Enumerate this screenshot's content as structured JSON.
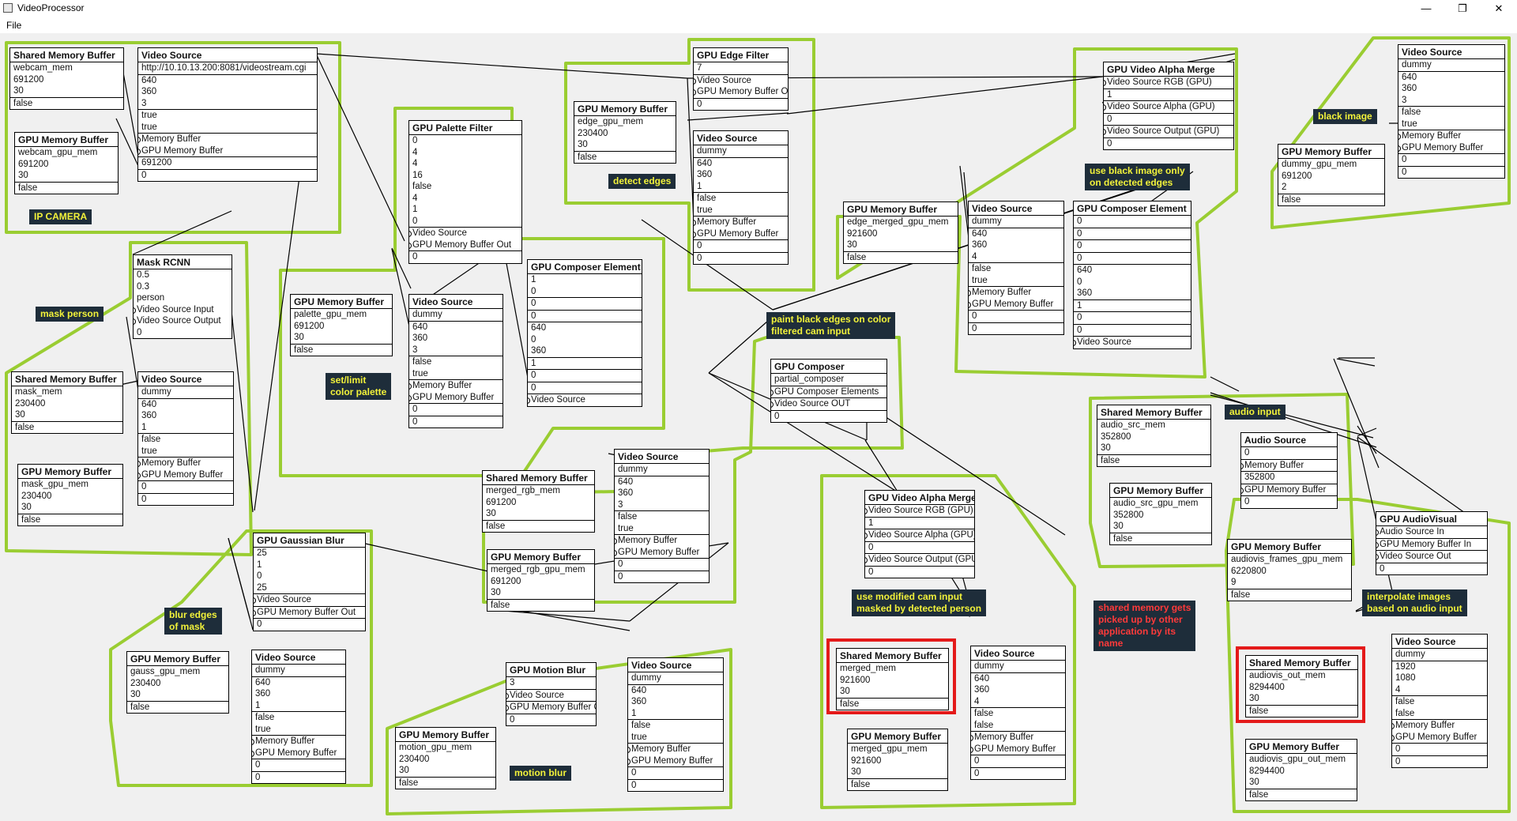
{
  "window": {
    "title": "VideoProcessor",
    "minimize": "—",
    "maximize": "❐",
    "close": "✕"
  },
  "menu": {
    "file": "File"
  },
  "nodes": {
    "n1": {
      "title": "Shared Memory Buffer",
      "rows": [
        "webcam_mem",
        "691200",
        "30",
        "false"
      ]
    },
    "n2": {
      "title": "GPU Memory Buffer",
      "rows": [
        "webcam_gpu_mem",
        "691200",
        "30",
        "false"
      ]
    },
    "n3": {
      "title": "Video Source",
      "rows": [
        "http://10.10.13.200:8081/videostream.cgi",
        "640",
        "360",
        "3",
        "true",
        "true",
        "Memory Buffer",
        "GPU Memory Buffer",
        "691200",
        "0"
      ]
    },
    "n4": {
      "title": "Mask RCNN",
      "rows": [
        "0.5",
        "0.3",
        "person",
        "Video Source Input",
        "Video Source Output",
        "0"
      ]
    },
    "n5": {
      "title": "Shared Memory Buffer",
      "rows": [
        "mask_mem",
        "230400",
        "30",
        "false"
      ]
    },
    "n6": {
      "title": "Video Source",
      "rows": [
        "dummy",
        "640",
        "360",
        "1",
        "false",
        "true",
        "Memory Buffer",
        "GPU Memory Buffer",
        "0",
        "0"
      ]
    },
    "n7": {
      "title": "GPU Memory Buffer",
      "rows": [
        "mask_gpu_mem",
        "230400",
        "30",
        "false"
      ]
    },
    "n8": {
      "title": "GPU Palette Filter",
      "rows": [
        "0",
        "4",
        "4",
        "16",
        "false",
        "4",
        "1",
        "0",
        "Video Source",
        "GPU Memory Buffer Out",
        "0"
      ]
    },
    "n9": {
      "title": "GPU Memory Buffer",
      "rows": [
        "palette_gpu_mem",
        "691200",
        "30",
        "false"
      ]
    },
    "n10": {
      "title": "Video Source",
      "rows": [
        "dummy",
        "640",
        "360",
        "3",
        "false",
        "true",
        "Memory Buffer",
        "GPU Memory Buffer",
        "0",
        "0"
      ]
    },
    "n11": {
      "title": "GPU Edge Filter",
      "rows": [
        "7",
        "Video Source",
        "GPU Memory Buffer Out",
        "0"
      ]
    },
    "n12": {
      "title": "GPU Memory Buffer",
      "rows": [
        "edge_gpu_mem",
        "230400",
        "30",
        "false"
      ]
    },
    "n13": {
      "title": "Video Source",
      "rows": [
        "dummy",
        "640",
        "360",
        "1",
        "false",
        "true",
        "Memory Buffer",
        "GPU Memory Buffer",
        "0",
        "0"
      ]
    },
    "n14": {
      "title": "GPU Composer Element",
      "rows": [
        "1",
        "0",
        "0",
        "0",
        "640",
        "0",
        "360",
        "1",
        "0",
        "0",
        "Video Source"
      ]
    },
    "n15": {
      "title": "GPU Composer",
      "rows": [
        "partial_composer",
        "GPU Composer Elements",
        "Video Source OUT",
        "0"
      ]
    },
    "n16": {
      "title": "Shared Memory Buffer",
      "rows": [
        "merged_rgb_mem",
        "691200",
        "30",
        "false"
      ]
    },
    "n17": {
      "title": "GPU Memory Buffer",
      "rows": [
        "merged_rgb_gpu_mem",
        "691200",
        "30",
        "false"
      ]
    },
    "n18": {
      "title": "Video Source",
      "rows": [
        "dummy",
        "640",
        "360",
        "3",
        "false",
        "true",
        "Memory Buffer",
        "GPU Memory Buffer",
        "0",
        "0"
      ]
    },
    "n19": {
      "title": "GPU Memory Buffer",
      "rows": [
        "edge_merged_gpu_mem",
        "921600",
        "30",
        "false"
      ]
    },
    "n20": {
      "title": "Video Source",
      "rows": [
        "dummy",
        "640",
        "360",
        "4",
        "false",
        "true",
        "Memory Buffer",
        "GPU Memory Buffer",
        "0",
        "0"
      ]
    },
    "n21": {
      "title": "GPU Composer Element",
      "rows": [
        "0",
        "0",
        "0",
        "0",
        "640",
        "0",
        "360",
        "1",
        "0",
        "0",
        "Video Source"
      ]
    },
    "n22": {
      "title": "GPU Video Alpha Merge",
      "rows": [
        "Video Source RGB (GPU)",
        "1",
        "Video Source Alpha (GPU)",
        "0",
        "Video Source Output (GPU)",
        "0"
      ]
    },
    "n23": {
      "title": "Video Source",
      "rows": [
        "dummy",
        "640",
        "360",
        "3",
        "false",
        "true",
        "Memory Buffer",
        "GPU Memory Buffer",
        "0",
        "0"
      ]
    },
    "n24": {
      "title": "GPU Memory Buffer",
      "rows": [
        "dummy_gpu_mem",
        "691200",
        "2",
        "false"
      ]
    },
    "n25": {
      "title": "GPU Gaussian Blur",
      "rows": [
        "25",
        "1",
        "0",
        "25",
        "Video Source",
        "GPU Memory Buffer Out",
        "0"
      ]
    },
    "n26": {
      "title": "GPU Memory Buffer",
      "rows": [
        "gauss_gpu_mem",
        "230400",
        "30",
        "false"
      ]
    },
    "n27": {
      "title": "Video Source",
      "rows": [
        "dummy",
        "640",
        "360",
        "1",
        "false",
        "true",
        "Memory Buffer",
        "GPU Memory Buffer",
        "0",
        "0"
      ]
    },
    "n28": {
      "title": "GPU Motion Blur",
      "rows": [
        "3",
        "Video Source",
        "GPU Memory Buffer Out",
        "0"
      ]
    },
    "n29": {
      "title": "Video Source",
      "rows": [
        "dummy",
        "640",
        "360",
        "1",
        "false",
        "true",
        "Memory Buffer",
        "GPU Memory Buffer",
        "0",
        "0"
      ]
    },
    "n30": {
      "title": "GPU Memory Buffer",
      "rows": [
        "motion_gpu_mem",
        "230400",
        "30",
        "false"
      ]
    },
    "n31": {
      "title": "GPU Video Alpha Merge",
      "rows": [
        "Video Source RGB (GPU)",
        "1",
        "Video Source Alpha (GPU)",
        "0",
        "Video Source Output (GPU)",
        "0"
      ]
    },
    "n32": {
      "title": "Shared Memory Buffer",
      "rows": [
        "merged_mem",
        "921600",
        "30",
        "false"
      ]
    },
    "n33": {
      "title": "GPU Memory Buffer",
      "rows": [
        "merged_gpu_mem",
        "921600",
        "30",
        "false"
      ]
    },
    "n34": {
      "title": "Video Source",
      "rows": [
        "dummy",
        "640",
        "360",
        "4",
        "false",
        "false",
        "Memory Buffer",
        "GPU Memory Buffer",
        "0",
        "0"
      ]
    },
    "n35": {
      "title": "Shared Memory Buffer",
      "rows": [
        "audio_src_mem",
        "352800",
        "30",
        "false"
      ]
    },
    "n36": {
      "title": "Audio Source",
      "rows": [
        "0",
        "Memory Buffer",
        "352800",
        "GPU Memory Buffer",
        "0"
      ]
    },
    "n37": {
      "title": "GPU Memory Buffer",
      "rows": [
        "audio_src_gpu_mem",
        "352800",
        "30",
        "false"
      ]
    },
    "n38": {
      "title": "GPU AudioVisual",
      "rows": [
        "Audio Source In",
        "GPU Memory Buffer In",
        "Video Source Out",
        "0"
      ]
    },
    "n39": {
      "title": "GPU Memory Buffer",
      "rows": [
        "audiovis_frames_gpu_mem",
        "6220800",
        "9",
        "false"
      ]
    },
    "n40": {
      "title": "Shared Memory Buffer",
      "rows": [
        "audiovis_out_mem",
        "8294400",
        "30",
        "false"
      ]
    },
    "n41": {
      "title": "Video Source",
      "rows": [
        "dummy",
        "1920",
        "1080",
        "4",
        "false",
        "false",
        "Memory Buffer",
        "GPU Memory Buffer",
        "0",
        "0"
      ]
    },
    "n42": {
      "title": "GPU Memory Buffer",
      "rows": [
        "audiovis_gpu_out_mem",
        "8294400",
        "30",
        "false"
      ]
    }
  },
  "labels": {
    "ip_camera": "IP CAMERA",
    "mask_person": "mask person",
    "set_limit": [
      "set/limit",
      "color palette"
    ],
    "detect_edges": "detect edges",
    "paint_black": [
      "paint black edges on color",
      "filtered cam input"
    ],
    "use_black": [
      "use black image only",
      "on detected edges"
    ],
    "black_image": "black image",
    "audio_input": "audio input",
    "blur_edges": [
      "blur edges",
      "of mask"
    ],
    "motion_blur": "motion blur",
    "use_modified": [
      "use modified cam input",
      "masked by detected person"
    ],
    "shared_note": [
      "shared memory gets",
      "picked up by other",
      "application by its",
      "name"
    ],
    "interpolate": [
      "interpolate images",
      "based on audio input"
    ]
  },
  "colors": {
    "group_outline": "#9acd32",
    "label_bg": "#1e2d3a",
    "label_text": "#f2f23a",
    "note_text": "#ff3a3a",
    "highlight_box": "#e41a1a"
  }
}
